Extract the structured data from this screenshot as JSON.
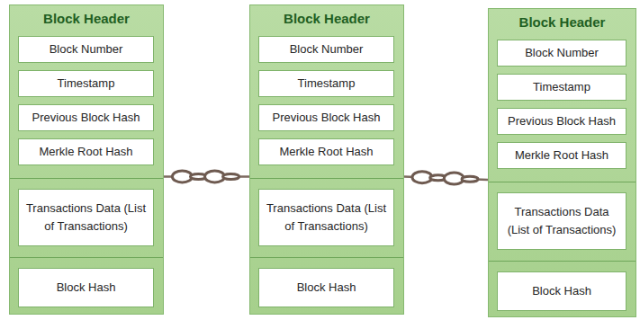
{
  "diagram": {
    "nodes": [
      {
        "text": [
          "Block Header"
        ]
      },
      {
        "text": [
          "Block Number"
        ],
        "in": 0
      },
      {
        "text": [
          "Timestamp"
        ],
        "in": 0
      },
      {
        "text": [
          "Previous Block Hash"
        ],
        "in": 0
      },
      {
        "text": [
          "Merkle Root Hash"
        ],
        "in": 0
      },
      {
        "text": [
          "Transactions Data (List of Transactions)"
        ],
        "in": 0
      },
      {
        "text": [
          "Block Hash"
        ],
        "in": 0
      },
      {
        "text": [
          "Block Header"
        ]
      },
      {
        "text": [
          "Block Number"
        ],
        "in": 7
      },
      {
        "text": [
          "Timestamp"
        ],
        "in": 7
      },
      {
        "text": [
          "Previous Block Hash"
        ],
        "in": 7
      },
      {
        "text": [
          "Merkle Root Hash"
        ],
        "in": 7
      },
      {
        "text": [
          "Transactions Data (List of Transactions)"
        ],
        "in": 7
      },
      {
        "text": [
          "Block Hash"
        ],
        "in": 7
      },
      {
        "text": [
          "Block Header"
        ]
      },
      {
        "text": [
          "Block Number"
        ],
        "in": 14
      },
      {
        "text": [
          "Timestamp"
        ],
        "in": 14
      },
      {
        "text": [
          "Previous Block Hash"
        ],
        "in": 14
      },
      {
        "text": [
          "Merkle Root Hash"
        ],
        "in": 14
      },
      {
        "text": [
          "Transactions Data (List of Transactions)"
        ],
        "in": 14
      },
      {
        "text": [
          "Block Hash"
        ],
        "in": 14
      }
    ],
    "edges": [
      {
        "from": 0,
        "to": 7,
        "arrow": "none"
      },
      {
        "from": 7,
        "to": 14,
        "arrow": "none"
      }
    ]
  }
}
